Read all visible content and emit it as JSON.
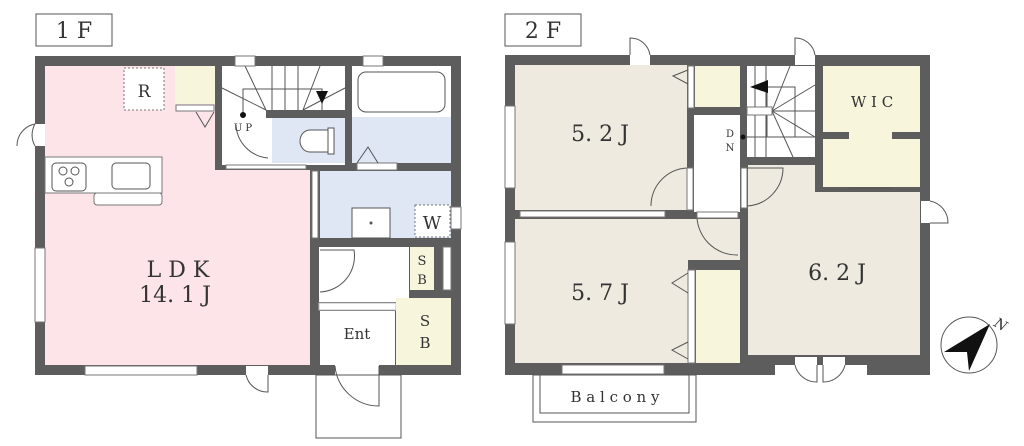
{
  "floor1": {
    "title": "1 F",
    "rooms": {
      "ldk_name": "L D K",
      "ldk_size": "14. 1 J",
      "refrigerator": "R",
      "stairs_up": "U P",
      "washer": "W",
      "shoe_box_small": [
        "S",
        "B"
      ],
      "entrance": "Ent",
      "shoe_box": [
        "S",
        "B"
      ]
    }
  },
  "floor2": {
    "title": "2 F",
    "rooms": {
      "room_a": "5. 2 J",
      "room_b": "5. 7 J",
      "room_c": "6. 2 J",
      "wic": "W I C",
      "stairs_down": [
        "D",
        "N"
      ],
      "balcony": "B a l c o n y"
    }
  },
  "compass": {
    "north_label": "N"
  },
  "colors": {
    "wall": "#5d5d5d",
    "ldk": "#fce4e8",
    "wet": "#dfe6f4",
    "storage": "#f7f5dc",
    "room": "#eeeae0"
  }
}
